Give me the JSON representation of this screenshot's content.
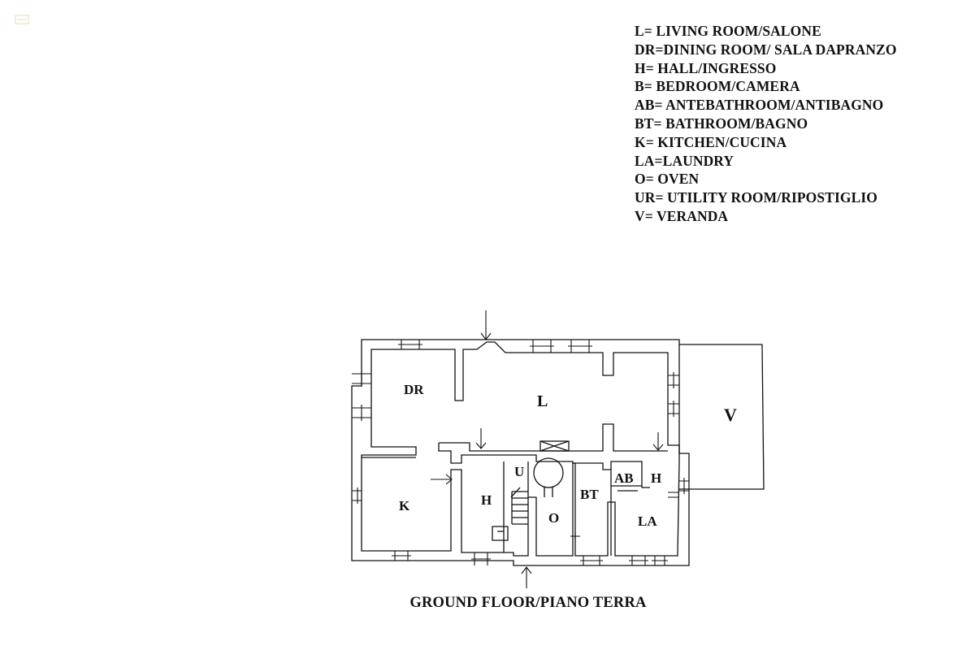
{
  "legend": [
    "L= LIVING ROOM/SALONE",
    "DR=DINING ROOM/ SALA DAPRANZO",
    "H= HALL/INGRESSO",
    "B= BEDROOM/CAMERA",
    "AB= ANTEBATHROOM/ANTIBAGNO",
    "BT= BATHROOM/BAGNO",
    "K= KITCHEN/CUCINA",
    "LA=LAUNDRY",
    "O= OVEN",
    "UR= UTILITY ROOM/RIPOSTIGLIO",
    "V= VERANDA"
  ],
  "rooms": {
    "dr": "DR",
    "l": "L",
    "v": "V",
    "k": "K",
    "h_left": "H",
    "u": "U",
    "o": "O",
    "bt": "BT",
    "ab": "AB",
    "h_right": "H",
    "la": "LA"
  },
  "caption": "GROUND FLOOR/PIANO TERRA",
  "colors": {
    "ink": "#111111",
    "mark": "#d9a441"
  }
}
